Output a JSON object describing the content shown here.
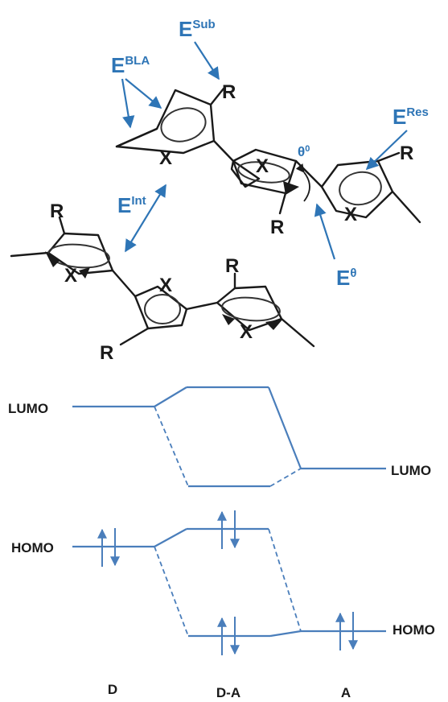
{
  "molecule": {
    "heteroatom": "X",
    "substituent": "R"
  },
  "energy_terms": {
    "bla": "E",
    "bla_sup": "BLA",
    "sub": "E",
    "sub_sup": "Sub",
    "res": "E",
    "res_sup": "Res",
    "int": "E",
    "int_sup": "Int",
    "theta": "E",
    "theta_sup": "θ",
    "torsion": "θ",
    "torsion_sup": "0"
  },
  "orbital_diagram": {
    "lumo": "LUMO",
    "homo": "HOMO",
    "columns": [
      "D",
      "D-A",
      "A"
    ]
  },
  "colors": {
    "accent": "#2e75b6",
    "level_line": "#4a7ebb",
    "structure": "#1a1a1a"
  }
}
